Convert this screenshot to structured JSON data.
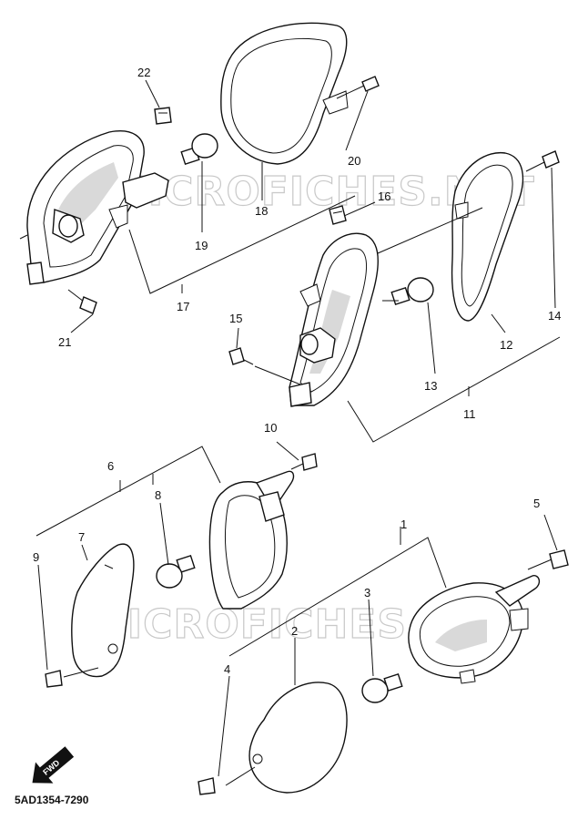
{
  "diagram": {
    "drawing_code": "5AD1354-7290",
    "direction_label": "FWD",
    "watermark_text": "MICROFICHES.NET",
    "colors": {
      "ink": "#111111",
      "paper": "#ffffff",
      "watermark": "#c8c8c8"
    },
    "callouts": [
      {
        "id": "c1",
        "label": "1"
      },
      {
        "id": "c2",
        "label": "2"
      },
      {
        "id": "c3",
        "label": "3"
      },
      {
        "id": "c4",
        "label": "4"
      },
      {
        "id": "c5",
        "label": "5"
      },
      {
        "id": "c6",
        "label": "6"
      },
      {
        "id": "c7",
        "label": "7"
      },
      {
        "id": "c8",
        "label": "8"
      },
      {
        "id": "c9",
        "label": "9"
      },
      {
        "id": "c10",
        "label": "10"
      },
      {
        "id": "c11",
        "label": "11"
      },
      {
        "id": "c12",
        "label": "12"
      },
      {
        "id": "c13",
        "label": "13"
      },
      {
        "id": "c14",
        "label": "14"
      },
      {
        "id": "c15",
        "label": "15"
      },
      {
        "id": "c16",
        "label": "16"
      },
      {
        "id": "c17",
        "label": "17"
      },
      {
        "id": "c18",
        "label": "18"
      },
      {
        "id": "c19",
        "label": "19"
      },
      {
        "id": "c20",
        "label": "20"
      },
      {
        "id": "c21",
        "label": "21"
      },
      {
        "id": "c22",
        "label": "22"
      }
    ]
  }
}
